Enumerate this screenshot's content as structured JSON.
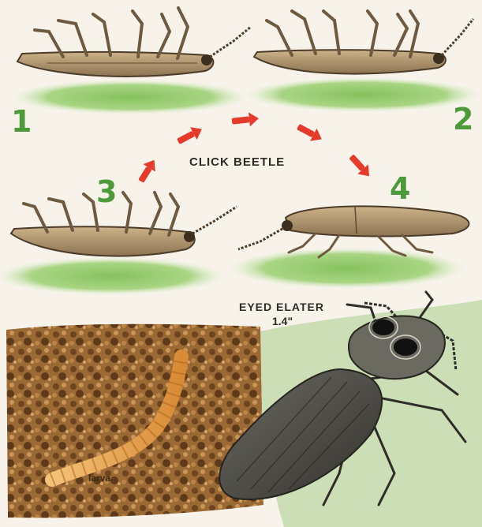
{
  "illustration": {
    "title": "CLICK BEETLE",
    "species_name": "EYED ELATER",
    "species_size": "1.4\"",
    "larva_label": "larva",
    "steps": [
      "1",
      "2",
      "3",
      "4"
    ]
  },
  "colors": {
    "background": "#f7f3ea",
    "grass": "#8fc86a",
    "step_number": "#4c9a3a",
    "arrow": "#e63a2a",
    "beetle_body": "#b59a72",
    "soil": "#8a5a2a",
    "elater_body": "#4a4a44",
    "larva": "#e8a048"
  }
}
